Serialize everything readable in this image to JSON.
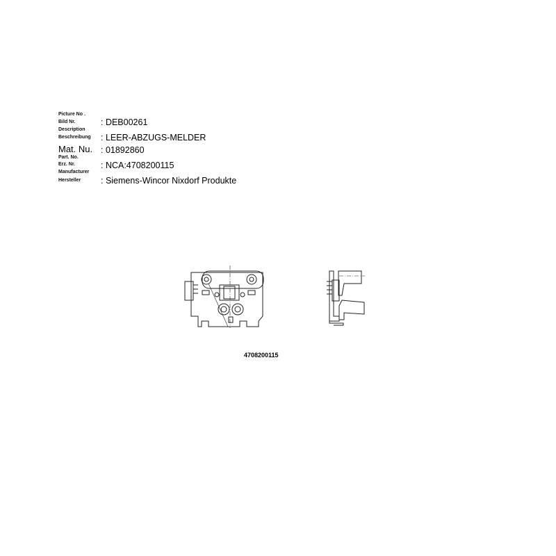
{
  "info": {
    "picture_no_label": "Picture No .",
    "bild_nr_label": "Bild Nr.",
    "picture_no_value": ": DEB00261",
    "description_label": "Description",
    "beschreibung_label": "Beschreibung",
    "description_value": ": LEER-ABZUGS-MELDER",
    "mat_nu_label": "Mat. Nu.",
    "mat_nu_value": ": 01892860",
    "part_no_label": "Part. No.",
    "erz_nr_label": "Erz. Nr.",
    "part_no_value": ": NCA:4708200115",
    "manufacturer_label": "Manufacturer",
    "hersteller_label": "Hersteller",
    "manufacturer_value": ": Siemens-Wincor Nixdorf Produkte"
  },
  "drawing": {
    "caption": "4708200115"
  }
}
